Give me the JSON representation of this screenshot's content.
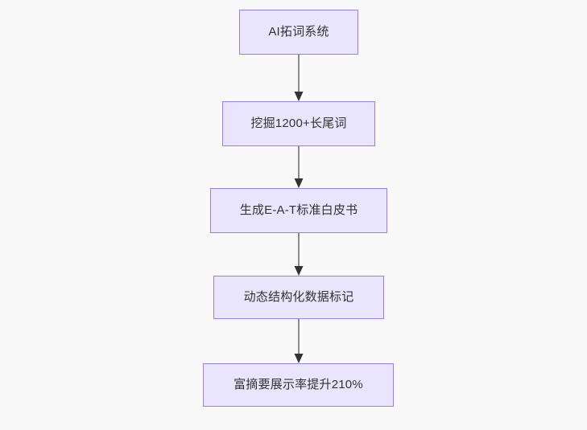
{
  "diagram": {
    "type": "flowchart",
    "direction": "top-to-bottom",
    "background_color": "#f9f9f9",
    "node_fill_color": "#e8e5fc",
    "node_border_color": "#9f7de0",
    "edge_color": "#8a8a8a",
    "arrowhead_color": "#333333",
    "text_color": "#333333",
    "nodes": [
      {
        "id": "n1",
        "label": "AI拓词系统"
      },
      {
        "id": "n2",
        "label": "挖掘1200+长尾词"
      },
      {
        "id": "n3",
        "label": "生成E-A-T标准白皮书"
      },
      {
        "id": "n4",
        "label": "动态结构化数据标记"
      },
      {
        "id": "n5",
        "label": "富摘要展示率提升210%"
      }
    ],
    "edges": [
      {
        "from": "n1",
        "to": "n2",
        "label": ""
      },
      {
        "from": "n2",
        "to": "n3",
        "label": ""
      },
      {
        "from": "n3",
        "to": "n4",
        "label": ""
      },
      {
        "from": "n4",
        "to": "n5",
        "label": ""
      }
    ]
  }
}
